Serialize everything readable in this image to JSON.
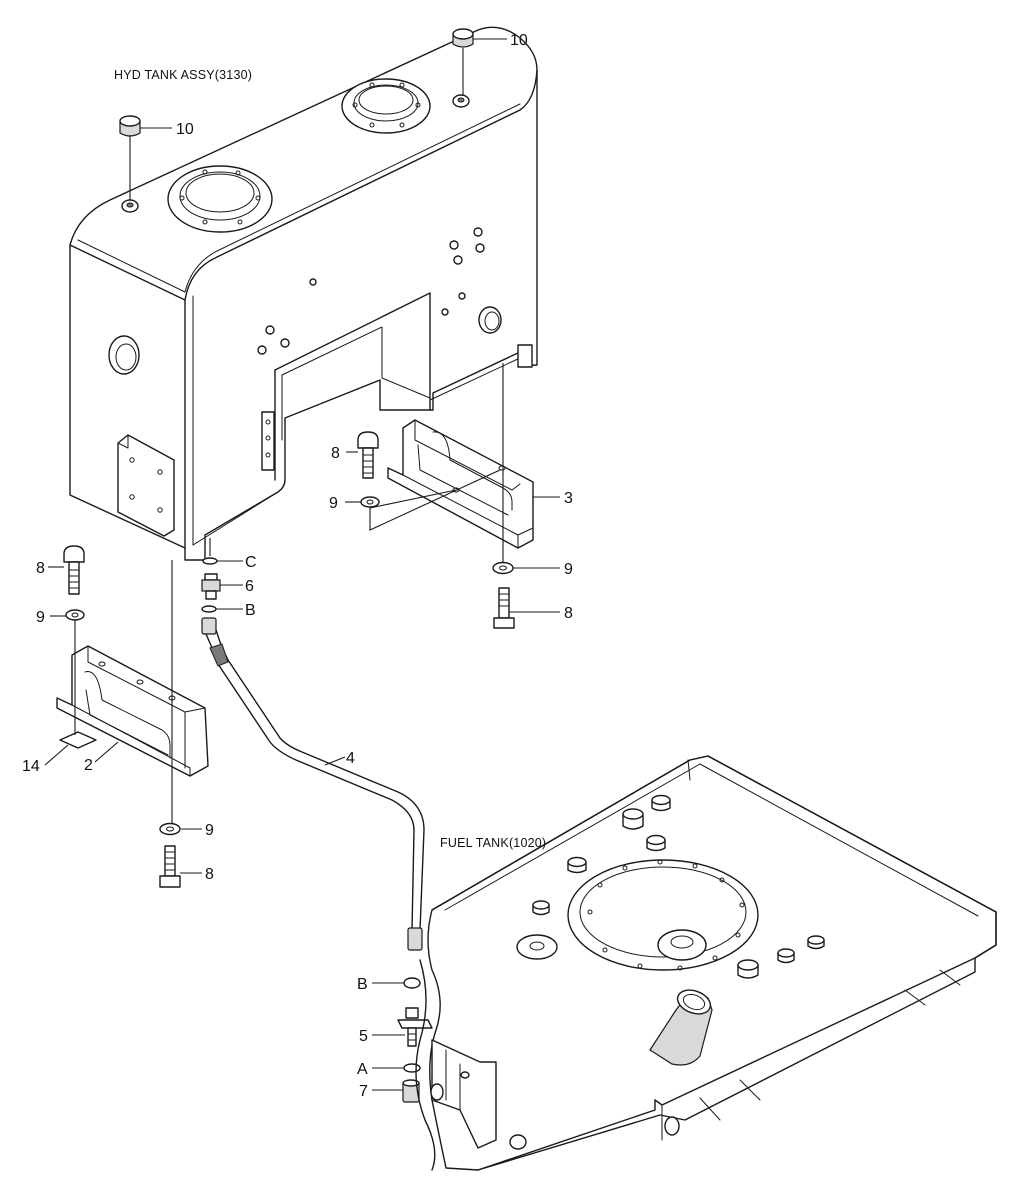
{
  "titles": {
    "hyd_tank": "HYD TANK ASSY(3130)",
    "fuel_tank": "FUEL TANK(1020)"
  },
  "callouts": {
    "c10a": "10",
    "c10b": "10",
    "c8_top": "8",
    "c9_mid": "9",
    "c3": "3",
    "c9_right": "9",
    "c8_right": "8",
    "cC": "C",
    "c6": "6",
    "cB_top": "B",
    "c8_left": "8",
    "c9_left": "9",
    "c14": "14",
    "c2": "2",
    "c4": "4",
    "c9_bottom": "9",
    "c8_bottom": "8",
    "cB_bottom": "B",
    "c5": "5",
    "cA": "A",
    "c7": "7"
  }
}
